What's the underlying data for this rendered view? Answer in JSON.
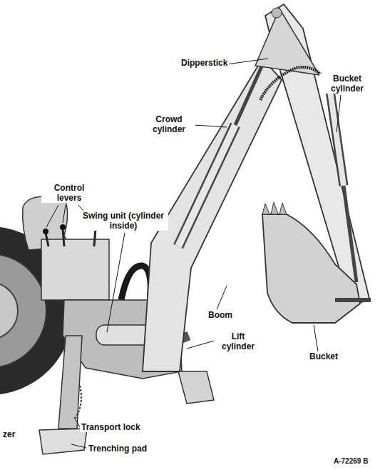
{
  "diagram": {
    "labels": [
      "Dipperstick",
      "Bucket cylinder",
      "Crowd cylinder",
      "Control levers",
      "Swing unit (cylinder inside)",
      "Boom",
      "Lift cylinder",
      "Bucket",
      "Transport lock",
      "Trenching pad",
      "zer",
      "A-72269 B"
    ]
  }
}
